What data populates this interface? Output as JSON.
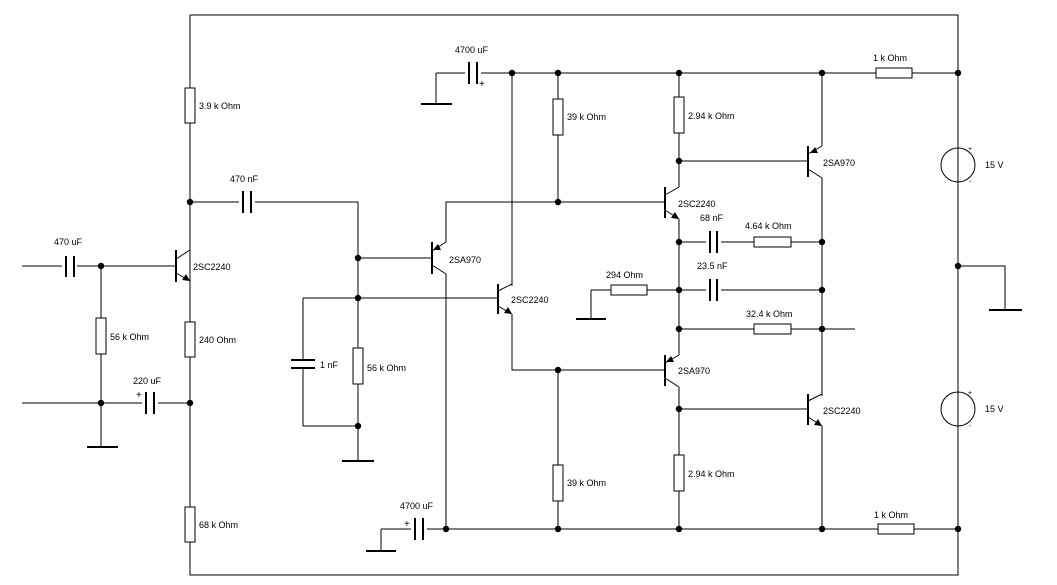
{
  "components": {
    "r_3k9": "3.9 k Ohm",
    "r_240": "240  Ohm",
    "r_68k": "68 k Ohm",
    "r_56k_in": "56 k Ohm",
    "c_in": "470 uF",
    "c_220": "220 uF",
    "c_470n": "470 nF",
    "c_1n": "1 nF",
    "r_56k_fb": "56 k Ohm",
    "c_4700_top": "4700 uF",
    "c_4700_bot": "4700 uF",
    "r_39k_top": "39 k Ohm",
    "r_39k_bot": "39 k Ohm",
    "r_2k94_top": "2.94 k Ohm",
    "r_2k94_bot": "2.94 k Ohm",
    "c_68n": "68 nF",
    "r_4k64": "4.64 k Ohm",
    "r_294": "294  Ohm",
    "c_23n5": "23.5 nF",
    "r_32k4": "32.4 k Ohm",
    "r_1k_top": "1 k Ohm",
    "r_1k_bot": "1 k Ohm",
    "v_top": "15 V",
    "v_bot": "15 V"
  },
  "transistors": {
    "q_input": "2SC2240",
    "q_diff_pnp": "2SA970",
    "q_diff_npn": "2SC2240",
    "q_vas_npn": "2SC2240",
    "q_vas_pnp": "2SA970",
    "q_out_top": "2SA970",
    "q_out_bot": "2SC2240"
  },
  "polarity": {
    "plus": "+",
    "minus": "-"
  }
}
